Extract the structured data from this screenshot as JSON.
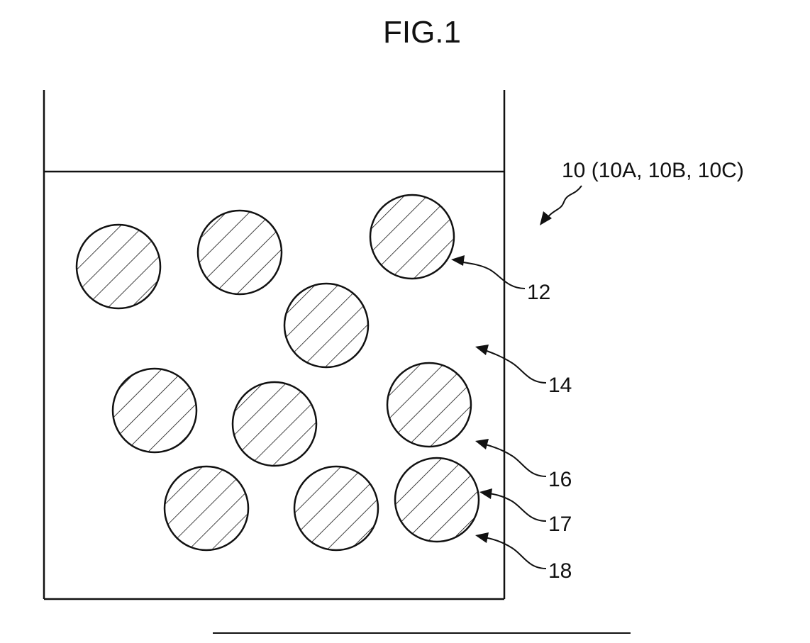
{
  "figure": {
    "title": "FIG.1",
    "assembly_label": "10 (10A, 10B, 10C)",
    "labels": {
      "particle": "12",
      "region_14": "14",
      "region_16": "16",
      "region_17": "17",
      "region_18": "18"
    }
  }
}
